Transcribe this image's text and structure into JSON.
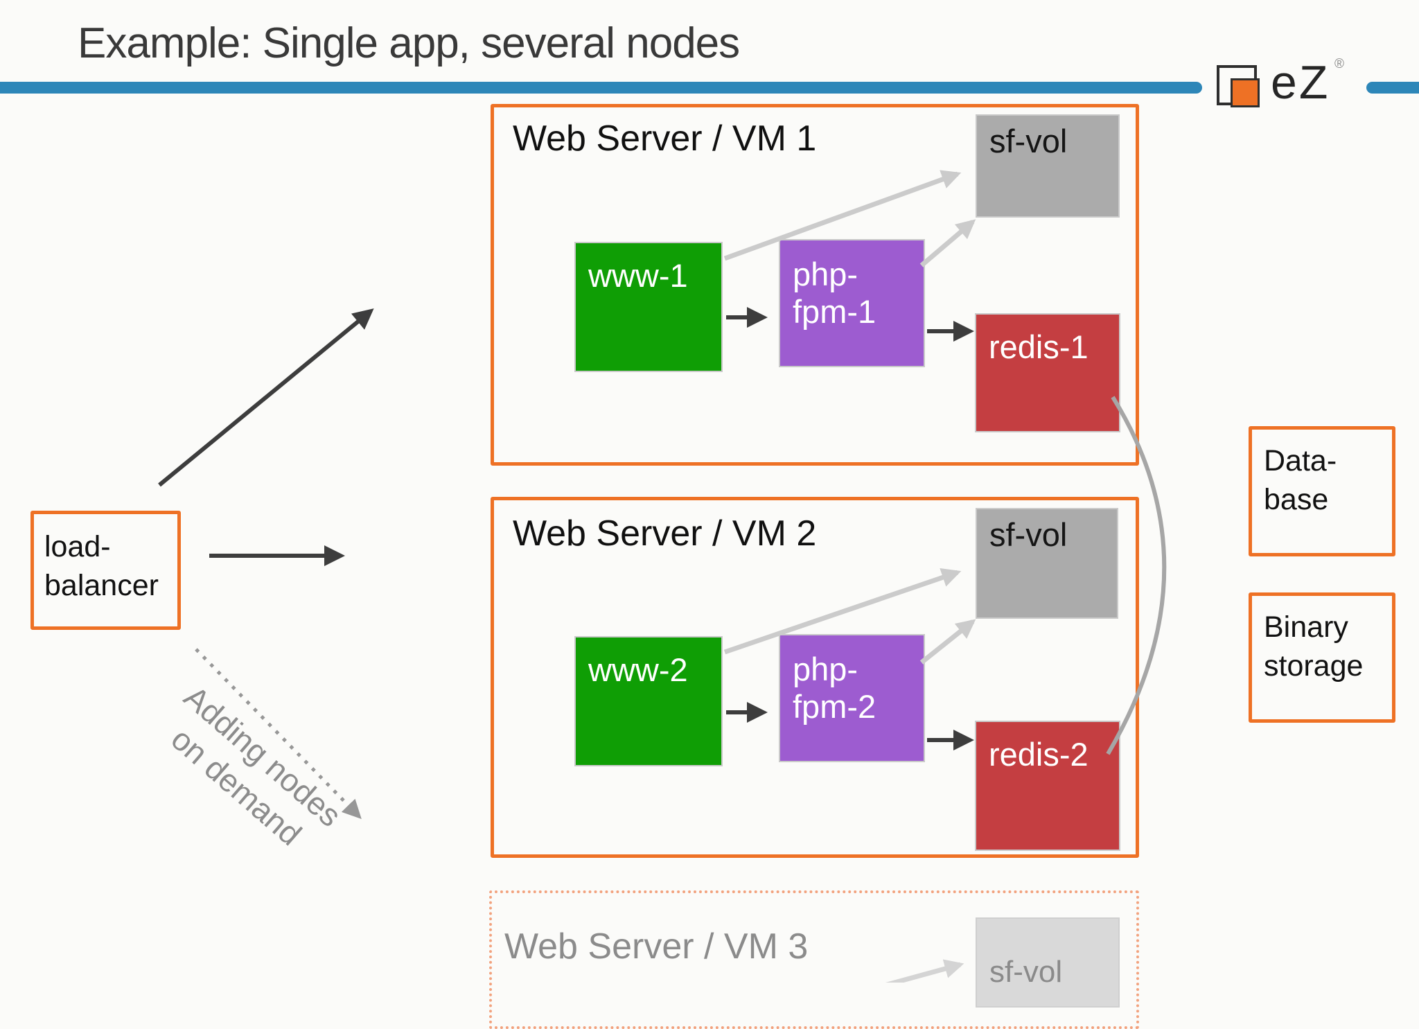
{
  "slide": {
    "title": "Example: Single app, several nodes"
  },
  "logo": {
    "icon": "ez-logo-squares-icon",
    "brand_text": "eZ",
    "registered_mark": "®"
  },
  "load_balancer": {
    "label": "load-\nbalancer"
  },
  "annotations": {
    "adding_nodes": "Adding nodes\non demand"
  },
  "vm1": {
    "title": "Web Server / VM 1",
    "www": "www-1",
    "php": "php-\nfpm-1",
    "sf_vol": "sf-vol",
    "redis": "redis-1"
  },
  "vm2": {
    "title": "Web Server / VM 2",
    "www": "www-2",
    "php": "php-\nfpm-2",
    "sf_vol": "sf-vol",
    "redis": "redis-2"
  },
  "vm3": {
    "title": "Web Server / VM 3",
    "sf_vol": "sf-vol"
  },
  "right_column": {
    "database": "Data-\nbase",
    "binary_storage": "Binary\nstorage"
  },
  "colors": {
    "accent_orange": "#ee7125",
    "header_blue": "#2d86b8",
    "node_green": "#0f9e05",
    "node_purple": "#9d5cd0",
    "node_red": "#c43e41",
    "node_gray": "#ababab",
    "arrow_black": "#3d3d3d",
    "arrow_light_gray": "#cbcbcb",
    "annotation_gray": "#8c8c8c"
  }
}
